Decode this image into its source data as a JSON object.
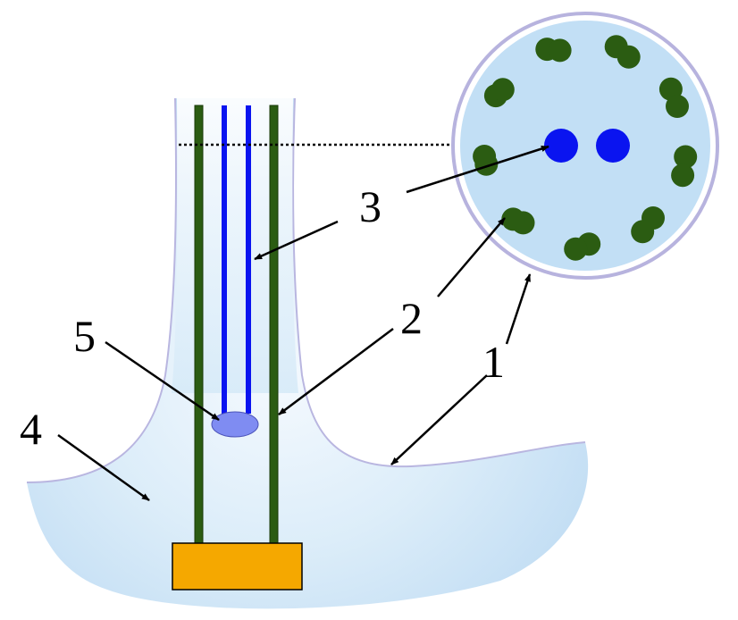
{
  "labels": {
    "one": "1",
    "two": "2",
    "three": "3",
    "four": "4",
    "five": "5"
  },
  "colors": {
    "membrane_outline": "#b9b6e0",
    "cytoplasm_light": "#eaf4fc",
    "cytoplasm_mid": "#cfe6f7",
    "cross_section_fill": "#c2dff5",
    "cross_section_ring": "#b7b3de",
    "doublet_green": "#2b5c12",
    "central_blue": "#0a14f0",
    "basal_body_fill": "#7f8cf2",
    "basal_plate": "#f5a800",
    "arrow": "#000000"
  }
}
